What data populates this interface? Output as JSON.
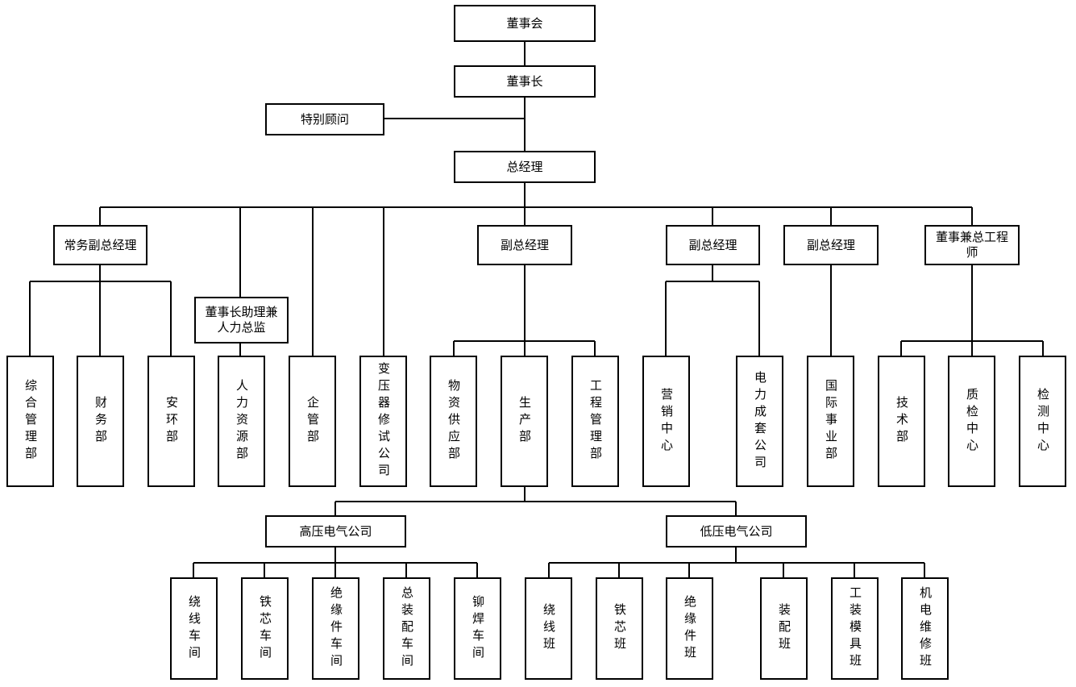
{
  "chart": {
    "board": "董事会",
    "chairman": "董事长",
    "special_advisor": "特别顾问",
    "general_manager": "总经理",
    "executive_vp": "常务副总经理",
    "vp_production": "副总经理",
    "vp_sales": "副总经理",
    "vp_international": "副总经理",
    "chief_engineer": "董事兼总工程师",
    "chairman_assistant": "董事长助理兼人力总监",
    "dept_general_admin": "综合管理部",
    "dept_finance": "财务部",
    "dept_safety_env": "安环部",
    "dept_hr": "人力资源部",
    "dept_enterprise_mgmt": "企管部",
    "dept_transformer_repair": "变压器修试公司",
    "dept_supply": "物资供应部",
    "dept_production": "生产部",
    "dept_engineering": "工程管理部",
    "dept_marketing": "营销中心",
    "dept_power_equipment": "电力成套公司",
    "dept_international": "国际事业部",
    "dept_technology": "技术部",
    "dept_quality": "质检中心",
    "dept_testing": "检测中心",
    "hv_company": "高压电气公司",
    "lv_company": "低压电气公司",
    "hv_winding": "绕线车间",
    "hv_core": "铁芯车间",
    "hv_insulation": "绝缘件车间",
    "hv_assembly": "总装配车间",
    "hv_riveting": "铆焊车间",
    "lv_winding": "绕线班",
    "lv_core": "铁芯班",
    "lv_insulation": "绝缘件班",
    "lv_assembly": "装配班",
    "lv_tooling": "工装模具班",
    "lv_maintenance": "机电维修班"
  }
}
